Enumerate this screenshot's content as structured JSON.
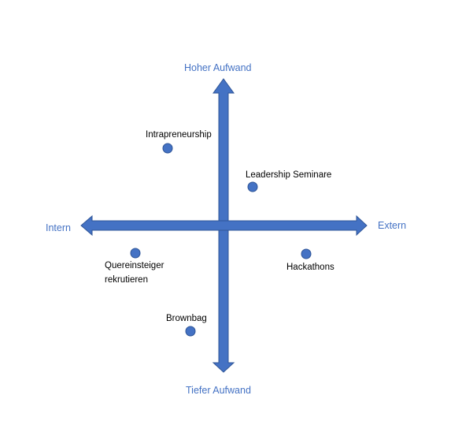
{
  "diagram": {
    "axes": {
      "top": "Hoher Aufwand",
      "bottom": "Tiefer Aufwand",
      "left": "Intern",
      "right": "Extern"
    },
    "items": [
      {
        "label": "Intrapreneurship"
      },
      {
        "label": "Leadership Seminare"
      },
      {
        "label": "Quereinsteiger",
        "label2": "rekrutieren"
      },
      {
        "label": "Hackathons"
      },
      {
        "label": "Brownbag"
      }
    ]
  },
  "colors": {
    "accent": "#4472c4",
    "outline": "#2f5597",
    "text": "#000000"
  }
}
